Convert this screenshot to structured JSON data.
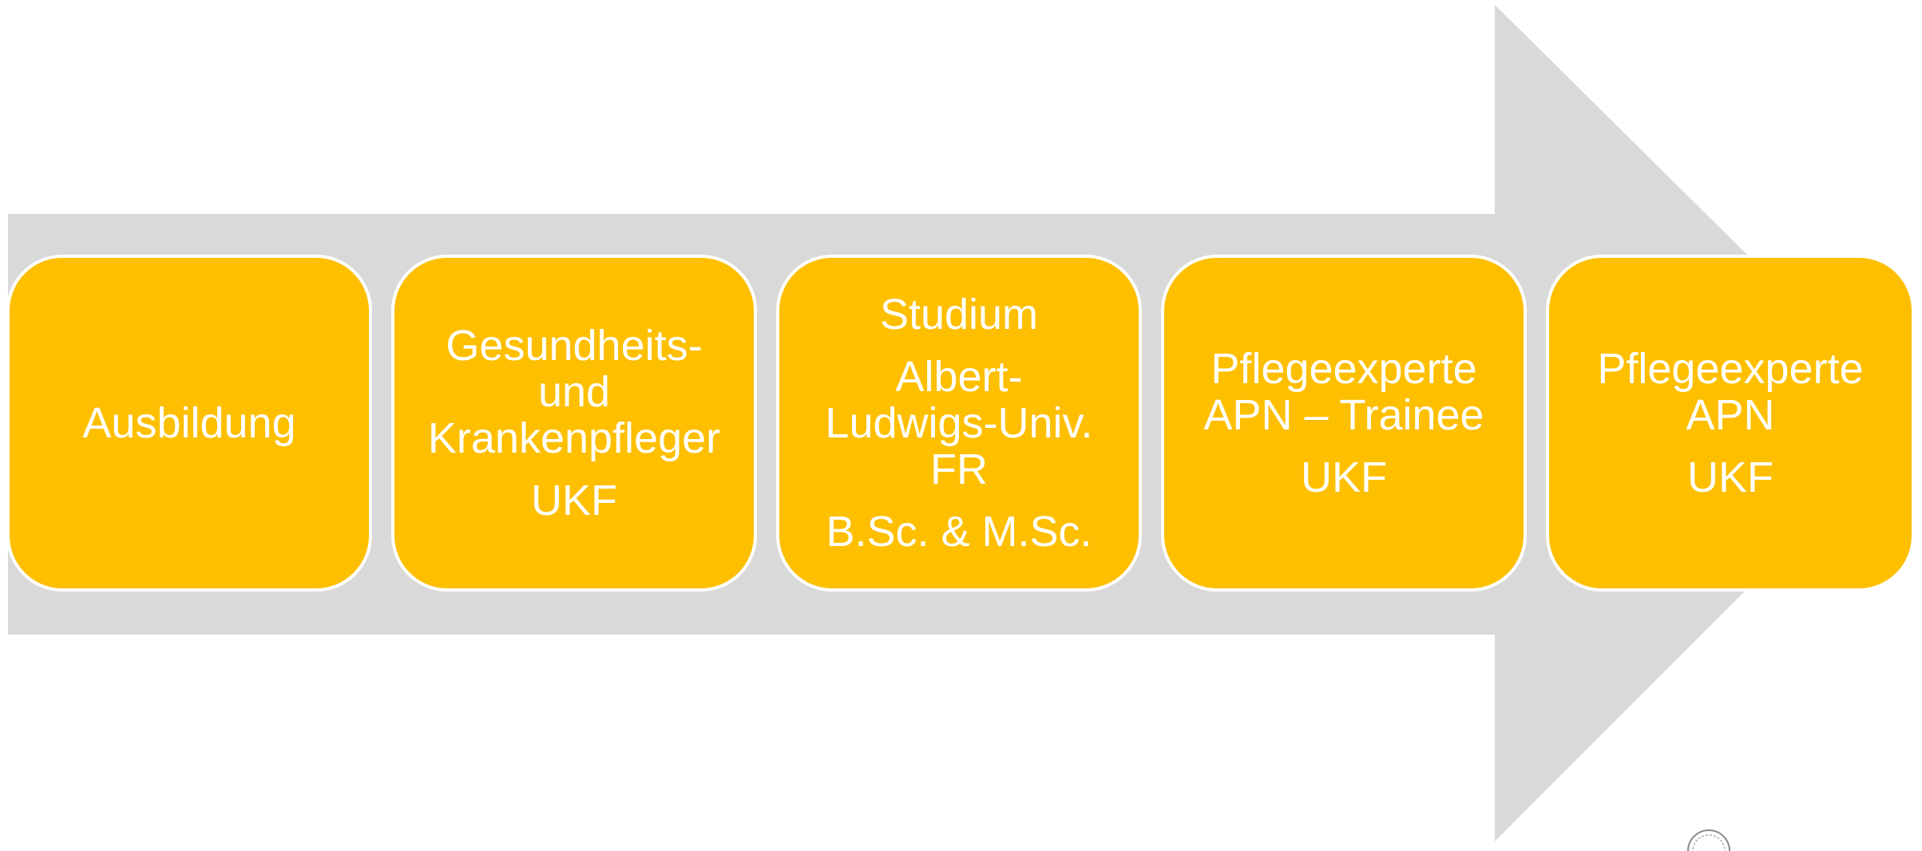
{
  "colors": {
    "arrow": "#d9d9d9",
    "box_fill": "#fdbf00",
    "box_text": "#ffffff",
    "box_border": "#ffffff"
  },
  "stages": [
    {
      "lines": [
        "Ausbildung"
      ]
    },
    {
      "lines": [
        "Gesundheits-",
        "und",
        "Krankenpfleger",
        "UKF"
      ]
    },
    {
      "lines": [
        "Studium",
        "Albert-",
        "Ludwigs-Univ.",
        "FR",
        "B.Sc. & M.Sc."
      ]
    },
    {
      "lines": [
        "Pflegeexperte",
        "APN – Trainee",
        "UKF"
      ]
    },
    {
      "lines": [
        "Pflegeexperte",
        "APN",
        "UKF"
      ]
    }
  ]
}
